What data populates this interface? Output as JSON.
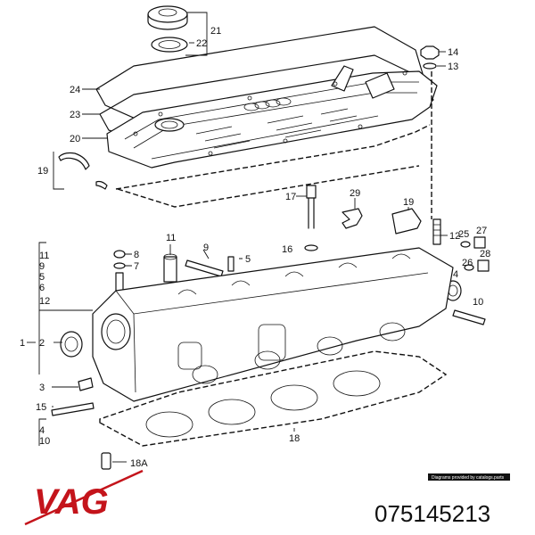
{
  "callouts": {
    "c21": "21",
    "c22": "22",
    "c24": "24",
    "c23": "23",
    "c20": "20",
    "c19a": "19",
    "c14": "14",
    "c13": "13",
    "c17": "17",
    "c29": "29",
    "c19b": "19",
    "c12b": "12",
    "c25": "25",
    "c27": "27",
    "c16": "16",
    "c11a": "11",
    "c9": "9",
    "c5b": "5",
    "c8": "8",
    "c7": "7",
    "c4b": "4",
    "c26": "26",
    "c28": "28",
    "c10b": "10",
    "s11": "11",
    "s9": "9",
    "s5": "5",
    "s6": "6",
    "s12": "12",
    "c1": "1",
    "c2": "2",
    "c3": "3",
    "c15": "15",
    "s4": "4",
    "s10": "10",
    "c18": "18",
    "c18a": "18A"
  },
  "credit": "Diagrams provided by catalogs.parts",
  "brand": "VAG",
  "part_number": "075145213",
  "colors": {
    "brand": "#c4141b",
    "ink": "#111111",
    "background": "#ffffff"
  }
}
